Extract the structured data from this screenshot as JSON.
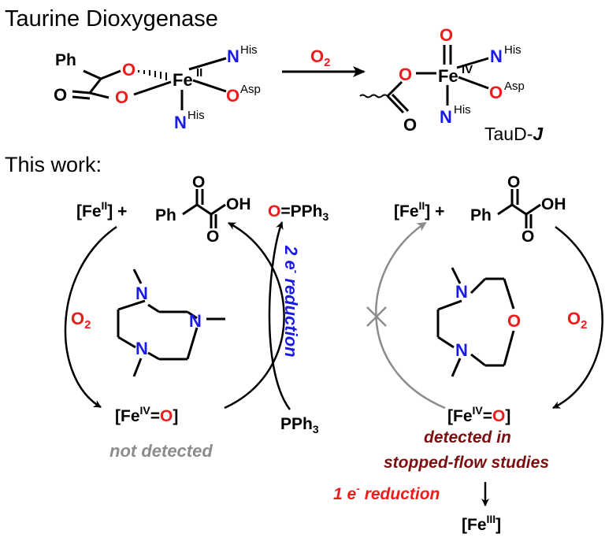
{
  "header": {
    "title": "Taurine Dioxygenase",
    "product_label": "TauD-",
    "product_label_italic": "J"
  },
  "reactant": {
    "ph": "Ph",
    "fe": "Fe",
    "fe_ox": "II",
    "n": "N",
    "his": "His",
    "o": "O",
    "asp": "Asp"
  },
  "arrow_top": {
    "reagent_o": "O",
    "reagent_sub": "2"
  },
  "product": {
    "o": "O",
    "fe": "Fe",
    "fe_ox": "IV",
    "n": "N",
    "his": "His",
    "asp": "Asp"
  },
  "this_work": "This work:",
  "left_cycle": {
    "fe_bracket_open": "[Fe",
    "fe_ox": "II",
    "fe_bracket_close": "] + ",
    "ph": "Ph",
    "oh": "OH",
    "o": "O",
    "o2_o": "O",
    "o2_sub": "2",
    "feiv_open": "[Fe",
    "feiv_ox": "IV",
    "feiv_eq": "=",
    "feiv_o": "O",
    "feiv_close": "]",
    "not_detected": "not detected",
    "n": "N",
    "oppph3_o": "O",
    "oppph3_rest": "=PPh",
    "oppph3_sub": "3",
    "pph3": "PPh",
    "pph3_sub": "3",
    "two_e_a": "2 e",
    "two_e_sup": "-",
    "two_e_b": " reduction"
  },
  "right_cycle": {
    "fe_bracket_open": "[Fe",
    "fe_ox": "II",
    "fe_bracket_close": "] + ",
    "ph": "Ph",
    "oh": "OH",
    "o": "O",
    "o2_o": "O",
    "o2_sub": "2",
    "feiv_open": "[Fe",
    "feiv_ox": "IV",
    "feiv_eq": "=",
    "feiv_o": "O",
    "feiv_close": "]",
    "detected_1": "detected in",
    "detected_2": "stopped-flow studies",
    "one_e_a": "1 e",
    "one_e_sup": "-",
    "one_e_b": " reduction",
    "feiii_open": "[Fe",
    "feiii_ox": "III",
    "feiii_close": "]",
    "n": "N",
    "ring_o": "O"
  },
  "colors": {
    "black": "#000000",
    "red": "#ee1c1c",
    "blue": "#1a1ae6",
    "gray": "#8c8c8c",
    "darkred": "#7a1010"
  }
}
